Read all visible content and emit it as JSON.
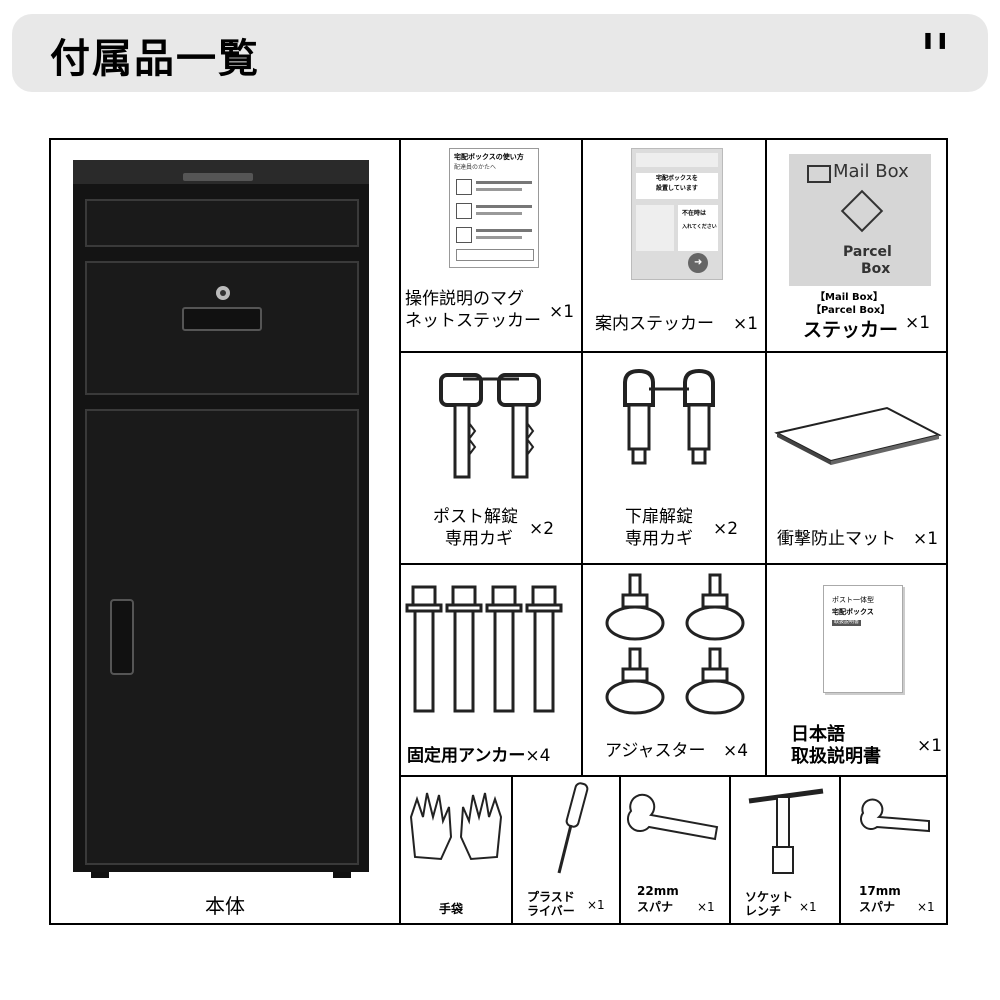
{
  "header": {
    "title": "付属品一覧",
    "pause_icon": "pause-icon"
  },
  "main_unit": {
    "label": "本体"
  },
  "items": {
    "magnet_sticker": {
      "label_line1": "操作説明のマグ",
      "label_line2": "ネットステッカー",
      "qty": "×1",
      "card_title": "宅配ボックスの使い方",
      "card_subtitle": "配達員のかたへ"
    },
    "guide_sticker": {
      "label": "案内ステッカー",
      "qty": "×1",
      "card_line1": "宅配ボックスを",
      "card_line2": "設置しています",
      "card_line3": "不在時は",
      "card_line4": "入れてください"
    },
    "mailbox_sticker": {
      "tag1": "【Mail Box】",
      "tag2": "【Parcel Box】",
      "label": "ステッカー",
      "qty": "×1",
      "card_mail": "Mail Box",
      "card_parcel1": "Parcel",
      "card_parcel2": "Box"
    },
    "post_key": {
      "label_line1": "ポスト解錠",
      "label_line2": "専用カギ",
      "qty": "×2"
    },
    "door_key": {
      "label_line1": "下扉解錠",
      "label_line2": "専用カギ",
      "qty": "×2"
    },
    "shock_mat": {
      "label": "衝撃防止マット",
      "qty": "×1"
    },
    "anchor": {
      "label": "固定用アンカー",
      "qty": "×4"
    },
    "adjuster": {
      "label": "アジャスター",
      "qty": "×4"
    },
    "manual": {
      "label_line1": "日本語",
      "label_line2": "取扱説明書",
      "qty": "×1",
      "book_line1": "ポスト一体型",
      "book_line2": "宅配ボックス",
      "book_line3": "取扱説明書"
    },
    "gloves": {
      "label": "手袋"
    },
    "screwdriver": {
      "label_line1": "プラスド",
      "label_line2": "ライバー",
      "qty": "×1"
    },
    "spanner22": {
      "label_line1": "22mm",
      "label_line2": "スパナ",
      "qty": "×1"
    },
    "socket_wrench": {
      "label_line1": "ソケット",
      "label_line2": "レンチ",
      "qty": "×1"
    },
    "spanner17": {
      "label_line1": "17mm",
      "label_line2": "スパナ",
      "qty": "×1"
    }
  }
}
